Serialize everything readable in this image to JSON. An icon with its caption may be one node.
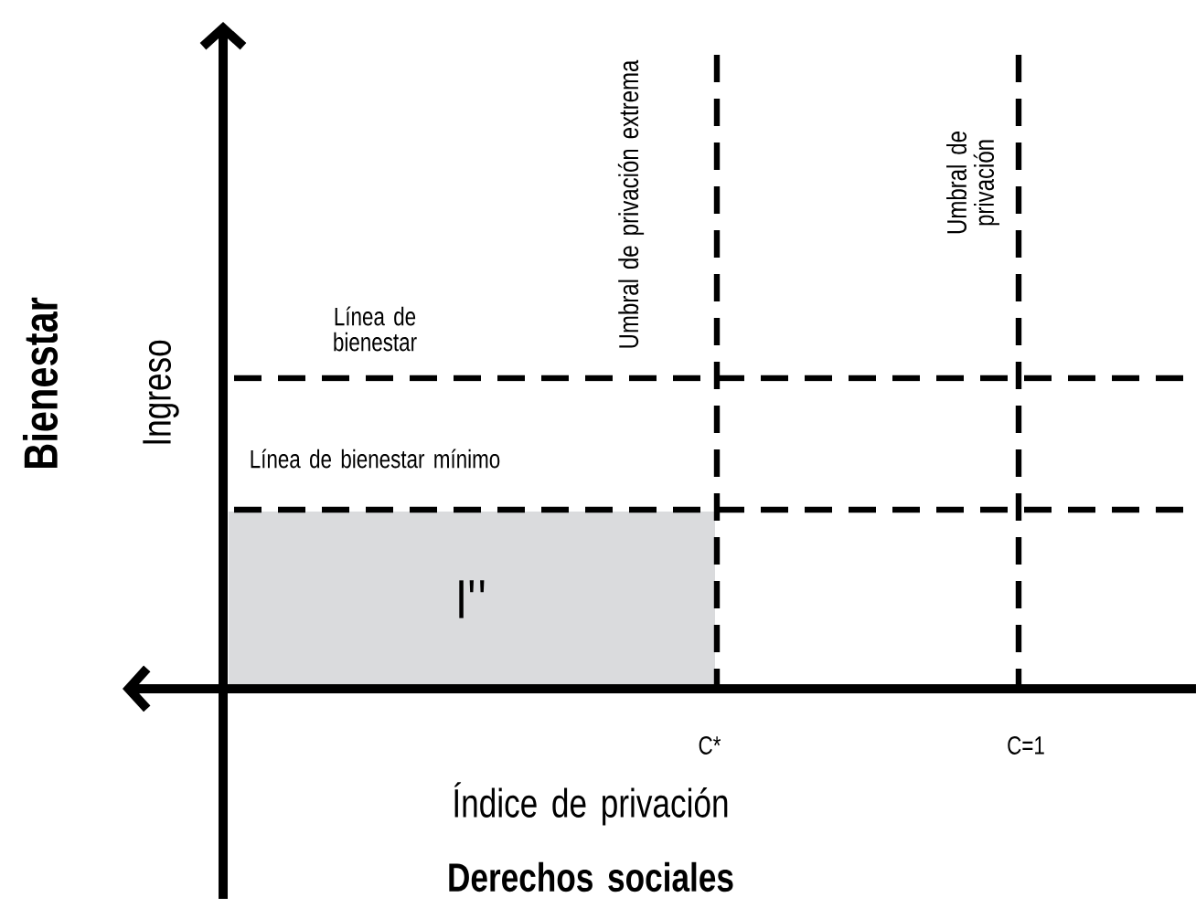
{
  "diagram": {
    "nodes": [
      {
        "text": [
          "I''"
        ]
      }
    ],
    "labels": [
      "Bienestar",
      "Ingreso",
      "Umbral de privación extrema",
      "Umbral de privación",
      "Línea de bienestar",
      "Línea de bienestar mínimo",
      "C*",
      "C=1",
      "Índice de privación",
      "Derechos sociales"
    ]
  }
}
